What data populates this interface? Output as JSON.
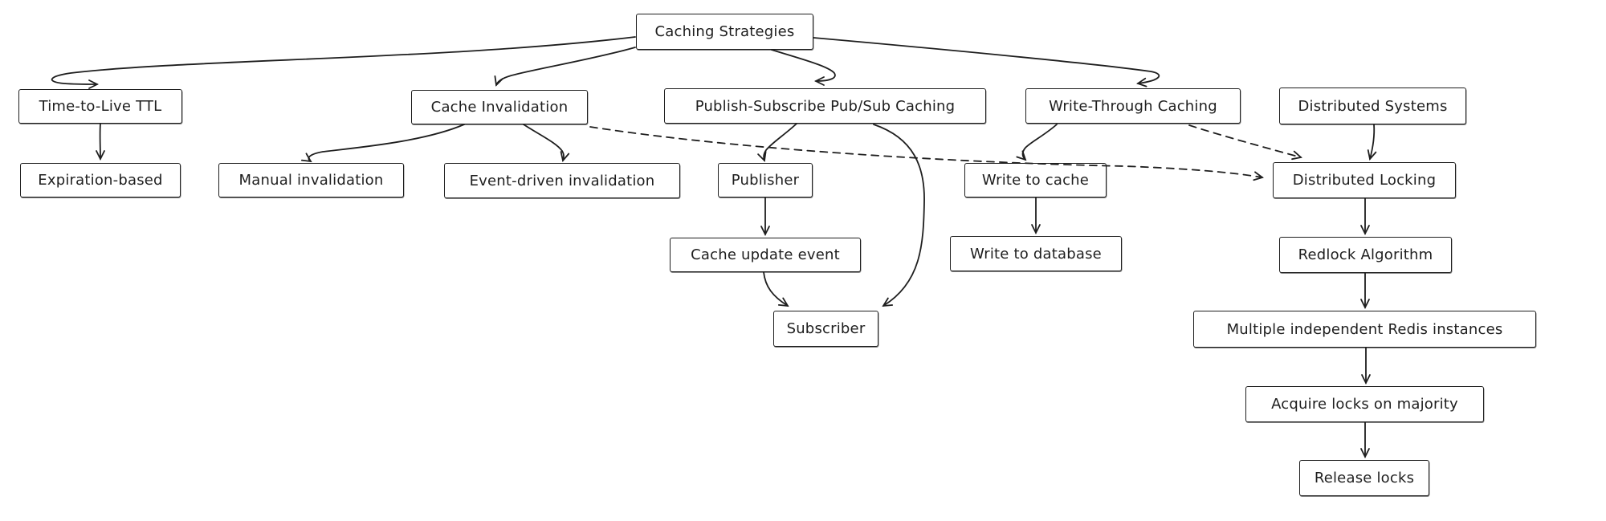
{
  "canvas": {
    "background": "#ffffff",
    "stroke_color": "#1e1e1e"
  },
  "nodes": {
    "caching_strategies": {
      "label": "Caching Strategies"
    },
    "time_to_live": {
      "label": "Time-to-Live TTL"
    },
    "expiration_based": {
      "label": "Expiration-based"
    },
    "cache_invalidation": {
      "label": "Cache Invalidation"
    },
    "manual_invalidation": {
      "label": "Manual invalidation"
    },
    "event_driven_invalidation": {
      "label": "Event-driven invalidation"
    },
    "pub_sub_caching": {
      "label": "Publish-Subscribe Pub/Sub Caching"
    },
    "publisher": {
      "label": "Publisher"
    },
    "cache_update_event": {
      "label": "Cache update event"
    },
    "subscriber": {
      "label": "Subscriber"
    },
    "write_through_caching": {
      "label": "Write-Through Caching"
    },
    "write_to_cache": {
      "label": "Write to cache"
    },
    "write_to_database": {
      "label": "Write to database"
    },
    "distributed_systems": {
      "label": "Distributed Systems"
    },
    "distributed_locking": {
      "label": "Distributed Locking"
    },
    "redlock_algorithm": {
      "label": "Redlock Algorithm"
    },
    "multiple_redis_instances": {
      "label": "Multiple independent Redis instances"
    },
    "acquire_locks_majority": {
      "label": "Acquire locks on majority"
    },
    "release_locks": {
      "label": "Release locks"
    }
  },
  "edges": [
    {
      "from": "caching_strategies",
      "to": "time_to_live",
      "style": "solid"
    },
    {
      "from": "caching_strategies",
      "to": "cache_invalidation",
      "style": "solid"
    },
    {
      "from": "caching_strategies",
      "to": "pub_sub_caching",
      "style": "solid"
    },
    {
      "from": "caching_strategies",
      "to": "write_through_caching",
      "style": "solid"
    },
    {
      "from": "time_to_live",
      "to": "expiration_based",
      "style": "solid"
    },
    {
      "from": "cache_invalidation",
      "to": "manual_invalidation",
      "style": "solid"
    },
    {
      "from": "cache_invalidation",
      "to": "event_driven_invalidation",
      "style": "solid"
    },
    {
      "from": "pub_sub_caching",
      "to": "publisher",
      "style": "solid"
    },
    {
      "from": "pub_sub_caching",
      "to": "subscriber",
      "style": "solid"
    },
    {
      "from": "publisher",
      "to": "cache_update_event",
      "style": "solid"
    },
    {
      "from": "cache_update_event",
      "to": "subscriber",
      "style": "solid"
    },
    {
      "from": "write_through_caching",
      "to": "write_to_cache",
      "style": "solid"
    },
    {
      "from": "write_to_cache",
      "to": "write_to_database",
      "style": "solid"
    },
    {
      "from": "distributed_systems",
      "to": "distributed_locking",
      "style": "solid"
    },
    {
      "from": "distributed_locking",
      "to": "redlock_algorithm",
      "style": "solid"
    },
    {
      "from": "redlock_algorithm",
      "to": "multiple_redis_instances",
      "style": "solid"
    },
    {
      "from": "multiple_redis_instances",
      "to": "acquire_locks_majority",
      "style": "solid"
    },
    {
      "from": "acquire_locks_majority",
      "to": "release_locks",
      "style": "solid"
    },
    {
      "from": "cache_invalidation",
      "to": "distributed_locking",
      "style": "dashed"
    },
    {
      "from": "write_through_caching",
      "to": "distributed_locking",
      "style": "dashed"
    }
  ]
}
